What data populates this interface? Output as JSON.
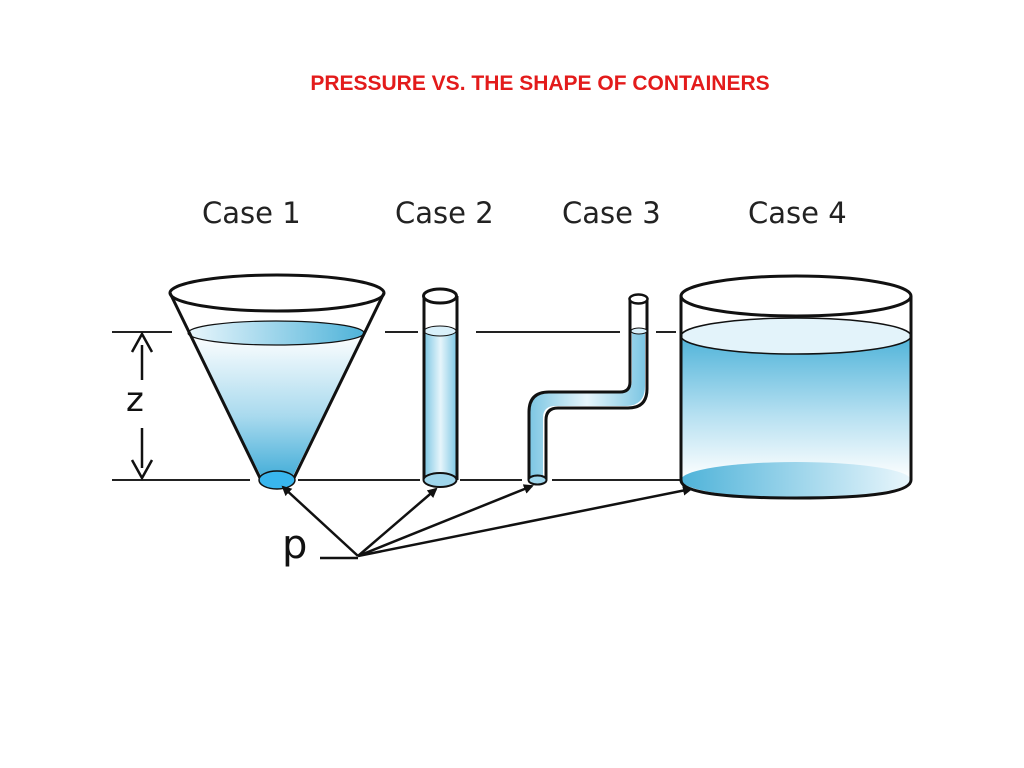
{
  "title": "PRESSURE VS. THE SHAPE OF CONTAINERS",
  "cases": [
    {
      "label": "Case 1",
      "shape": "cone"
    },
    {
      "label": "Case 2",
      "shape": "narrow-tube"
    },
    {
      "label": "Case 3",
      "shape": "bent-tube"
    },
    {
      "label": "Case 4",
      "shape": "wide-cylinder"
    }
  ],
  "depth_label": "z",
  "pressure_label": "p",
  "colors": {
    "title": "#e31b1b",
    "water_dark": "#4fb3d9",
    "water_light": "#f2fafe",
    "outline": "#111111"
  }
}
